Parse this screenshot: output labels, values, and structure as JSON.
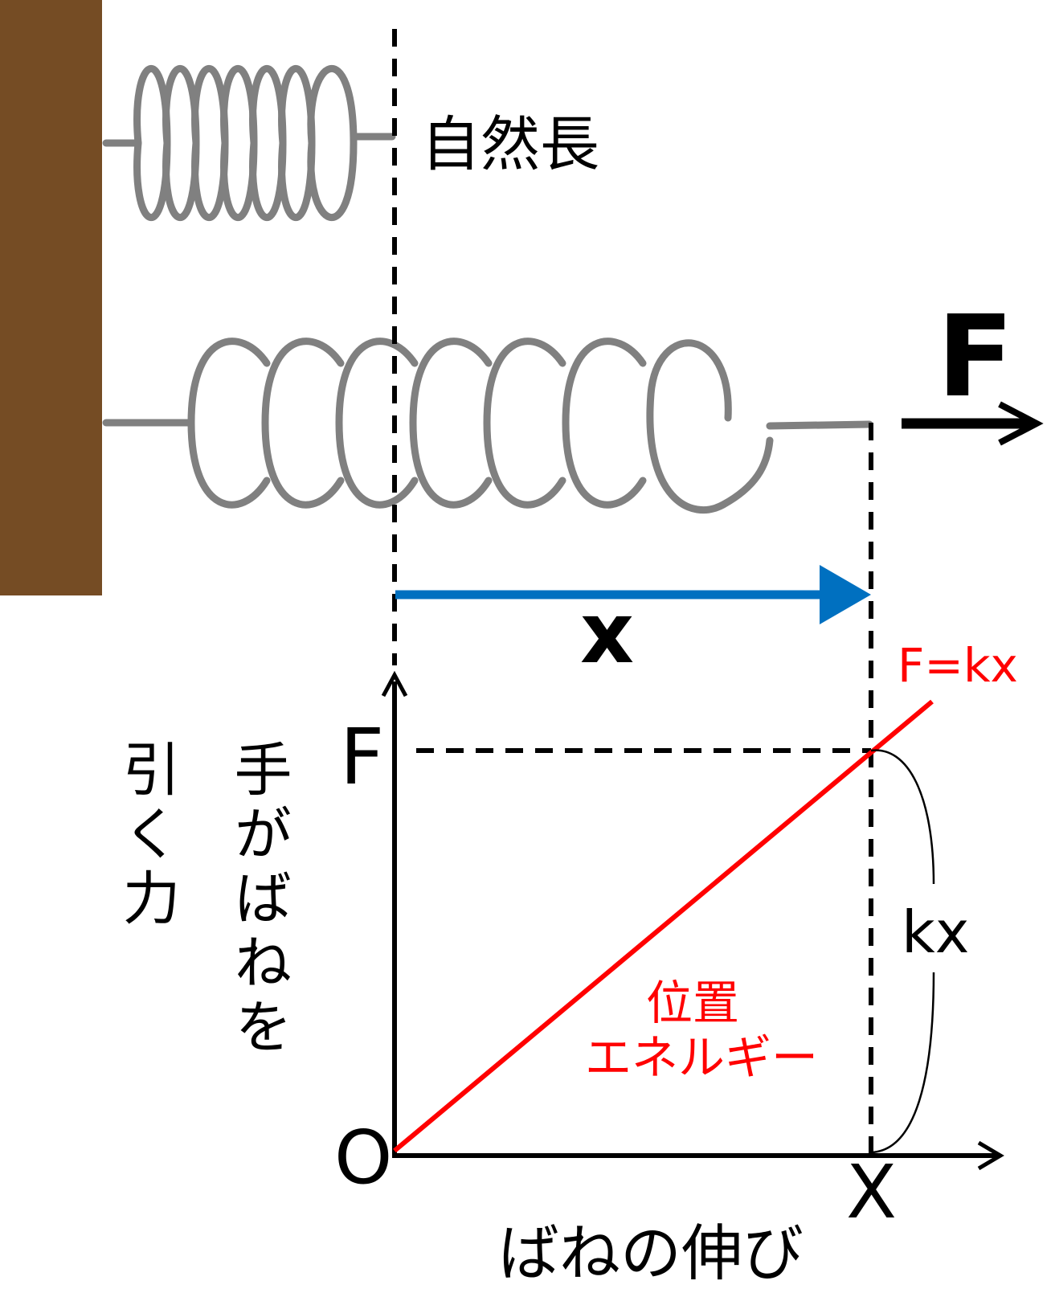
{
  "labels": {
    "natural_length": "自然長",
    "force_arrow": "F",
    "displacement_arrow": "x",
    "formula": "F=kx",
    "y_axis_value": "F",
    "origin": "O",
    "x_axis_value": "X",
    "bracket_value": "kx",
    "area_line1": "位置",
    "area_line2": "エネルギー",
    "x_axis_title": "ばねの伸び",
    "y_axis_title_col1": "手がばねを",
    "y_axis_title_col2": "引く力"
  },
  "colors": {
    "wall": "#754C24",
    "spring": "#808080",
    "displacement_arrow": "#0070C0",
    "line": "#FF0000",
    "axes": "#000000"
  },
  "icons": {
    "force_arrow": "right-arrow",
    "displacement_arrow": "right-arrow"
  }
}
